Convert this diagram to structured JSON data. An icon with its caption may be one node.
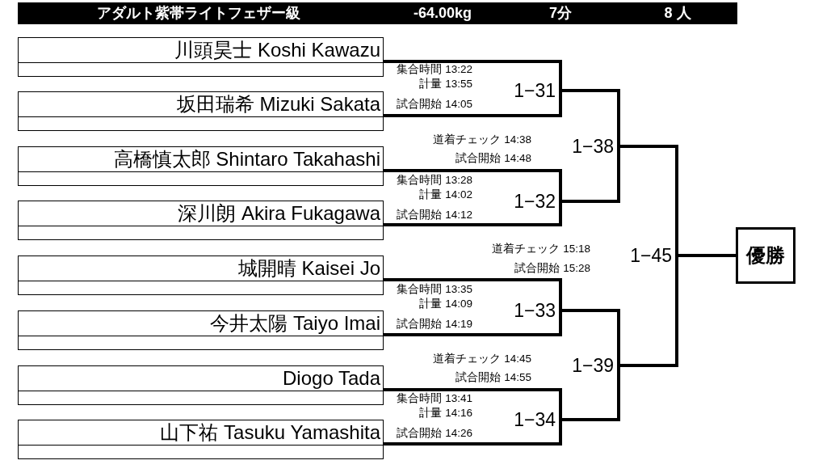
{
  "diagram": {
    "nodes": [
      {
        "text": [
          "アダルト紫帯ライトフェザー級",
          "-64.00kg",
          "7分",
          "8 人"
        ]
      },
      {
        "text": [
          "川頭昊士 Koshi Kawazu"
        ]
      },
      {
        "text": [
          "坂田瑞希 Mizuki Sakata"
        ]
      },
      {
        "text": [
          "高橋慎太郎 Shintaro Takahashi"
        ]
      },
      {
        "text": [
          "深川朗 Akira Fukagawa"
        ]
      },
      {
        "text": [
          "城開晴 Kaisei Jo"
        ]
      },
      {
        "text": [
          "今井太陽 Taiyo Imai"
        ]
      },
      {
        "text": [
          "Diogo Tada"
        ]
      },
      {
        "text": [
          "山下祐 Tasuku Yamashita"
        ]
      },
      {
        "text": [
          "1−31"
        ],
        "beside": [
          "集合時間 13:22",
          "計量 13:55",
          "試合開始 14:05"
        ]
      },
      {
        "text": [
          "1−32"
        ],
        "beside": [
          "集合時間 13:28",
          "計量 14:02",
          "試合開始 14:12"
        ]
      },
      {
        "text": [
          "1−33"
        ],
        "beside": [
          "集合時間 13:35",
          "計量 14:09",
          "試合開始 14:19"
        ]
      },
      {
        "text": [
          "1−34"
        ],
        "beside": [
          "集合時間 13:41",
          "計量 14:16",
          "試合開始 14:26"
        ]
      },
      {
        "text": [
          "1−38"
        ],
        "beside": [
          "道着チェック 14:38",
          "試合開始 14:48"
        ]
      },
      {
        "text": [
          "1−39"
        ],
        "beside": [
          "道着チェック 14:45",
          "試合開始 14:55"
        ]
      },
      {
        "text": [
          "1−45"
        ],
        "beside": [
          "道着チェック 15:18",
          "試合開始 15:28"
        ]
      },
      {
        "text": [
          "優勝"
        ]
      }
    ],
    "edges": [
      {
        "from": 1,
        "to": 9,
        "arrow": "none"
      },
      {
        "from": 2,
        "to": 9,
        "arrow": "none"
      },
      {
        "from": 3,
        "to": 10,
        "arrow": "none"
      },
      {
        "from": 4,
        "to": 10,
        "arrow": "none"
      },
      {
        "from": 5,
        "to": 11,
        "arrow": "none"
      },
      {
        "from": 6,
        "to": 11,
        "arrow": "none"
      },
      {
        "from": 7,
        "to": 12,
        "arrow": "none"
      },
      {
        "from": 8,
        "to": 12,
        "arrow": "none"
      },
      {
        "from": 9,
        "to": 13,
        "arrow": "none"
      },
      {
        "from": 10,
        "to": 13,
        "arrow": "none"
      },
      {
        "from": 11,
        "to": 14,
        "arrow": "none"
      },
      {
        "from": 12,
        "to": 14,
        "arrow": "none"
      },
      {
        "from": 13,
        "to": 15,
        "arrow": "none"
      },
      {
        "from": 14,
        "to": 15,
        "arrow": "none"
      },
      {
        "from": 15,
        "to": 16,
        "arrow": "none"
      }
    ]
  }
}
